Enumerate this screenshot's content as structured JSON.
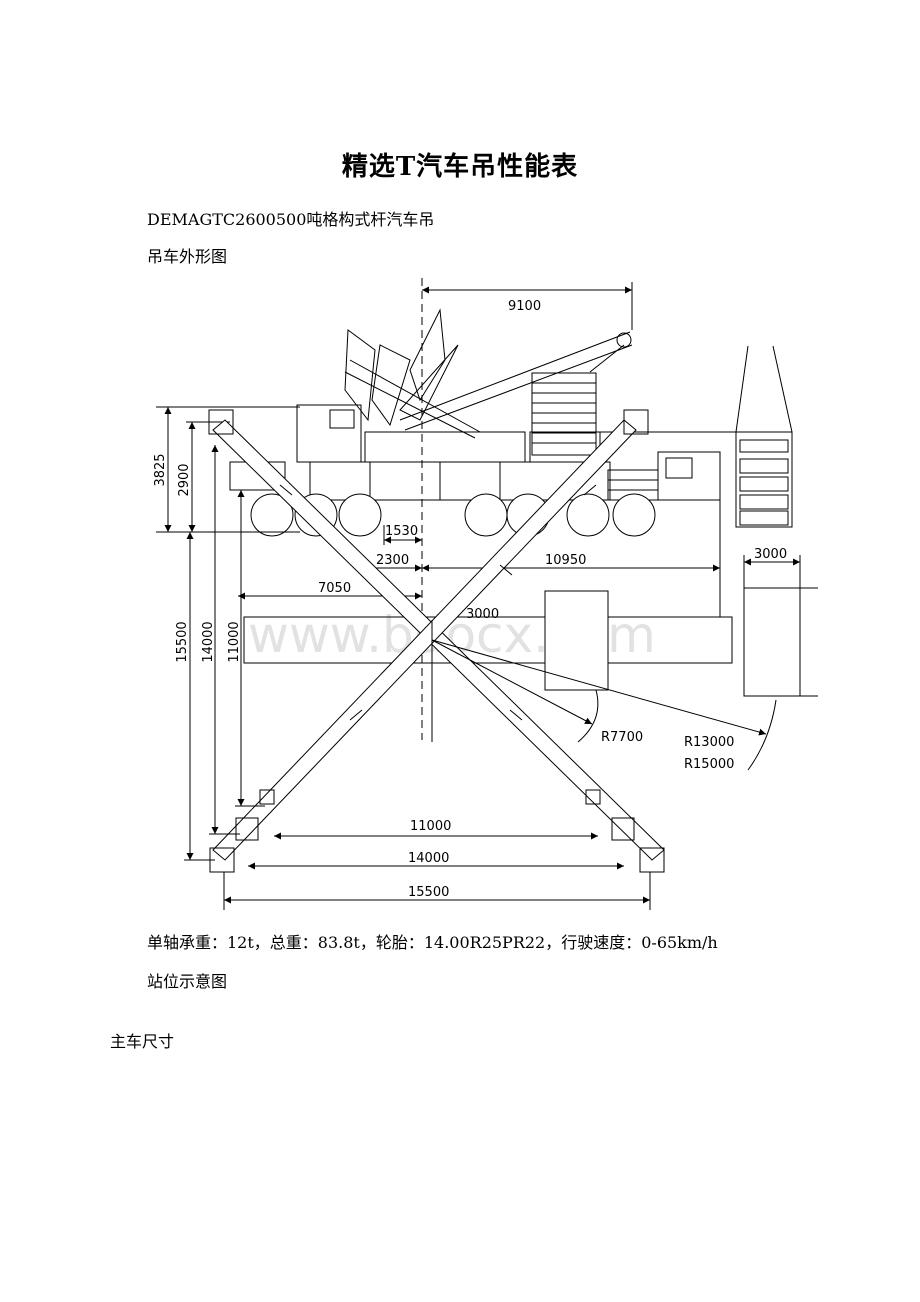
{
  "document": {
    "title": "精选T汽车吊性能表",
    "subtitle": "DEMAGTC2600500吨格构式杆汽车吊",
    "outline_label": "吊车外形图",
    "specs": "单轴承重：12t，总重：83.8t，轮胎：14.00R25PR22，行驶速度：0-65km/h",
    "station_label": "站位示意图",
    "main_label": "主车尺寸"
  },
  "drawing": {
    "dims": {
      "top": "9100",
      "h_left": "3825",
      "h_left2": "2900",
      "d1530": "1530",
      "d2300": "2300",
      "d10950": "10950",
      "d3000": "3000",
      "d7050": "7050",
      "d3000b": "3000",
      "v15500": "15500",
      "v14000": "14000",
      "v11000": "11000",
      "b11000": "11000",
      "b14000": "14000",
      "b15500": "15500",
      "r7700": "R7700",
      "r13000": "R13000",
      "r15000": "R15000"
    },
    "watermark": "www.bdocx.com"
  }
}
